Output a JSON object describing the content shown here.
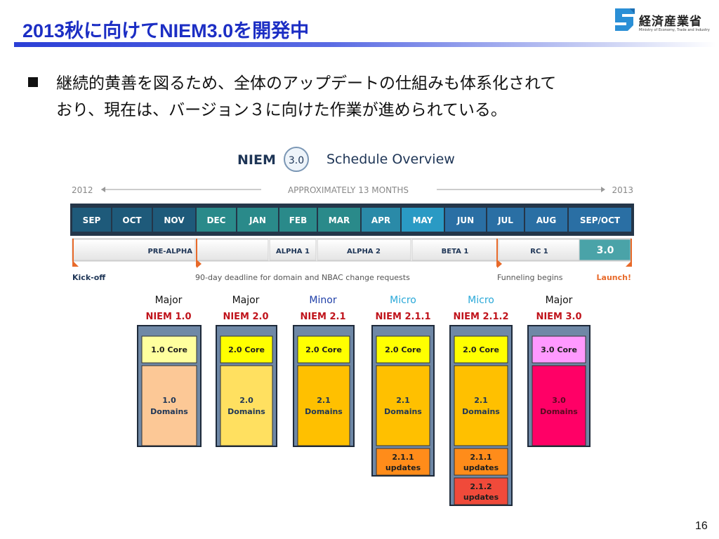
{
  "header": {
    "title": "2013秋に向けてNIEM3.0を開発中",
    "logo_name": "経済産業省",
    "logo_subtitle": "Ministry of Economy, Trade and Industry"
  },
  "bullet": {
    "line1": "継続的黄善を図るため、全体のアップデートの仕組みも体系化されて",
    "line2": "おり、現在は、バージョン３に向けた作業が進められている。"
  },
  "schedule": {
    "niem_label": "NIEM",
    "version_badge": "3.0",
    "title": "Schedule Overview",
    "start_year": "2012",
    "end_year": "2013",
    "duration_label": "APPROXIMATELY 13 MONTHS",
    "months": [
      "SEP",
      "OCT",
      "NOV",
      "DEC",
      "JAN",
      "FEB",
      "MAR",
      "APR",
      "MAY",
      "JUN",
      "JUL",
      "AUG",
      "SEP/OCT"
    ],
    "phases": [
      "PRE-ALPHA",
      "ALPHA 1",
      "ALPHA 2",
      "BETA 1",
      "RC 1",
      "3.0"
    ],
    "milestones": {
      "kickoff": "Kick-off",
      "deadline": "90-day deadline for domain and NBAC change requests",
      "funneling": "Funneling begins",
      "launch": "Launch!"
    }
  },
  "releases": [
    {
      "type": "Major",
      "name": "NIEM 1.0",
      "core": "1.0 Core",
      "domains_line1": "1.0",
      "domains_line2": "Domains"
    },
    {
      "type": "Major",
      "name": "NIEM 2.0",
      "core": "2.0 Core",
      "domains_line1": "2.0",
      "domains_line2": "Domains"
    },
    {
      "type": "Minor",
      "name": "NIEM 2.1",
      "core": "2.0 Core",
      "domains_line1": "2.1",
      "domains_line2": "Domains"
    },
    {
      "type": "Micro",
      "name": "NIEM 2.1.1",
      "core": "2.0 Core",
      "domains_line1": "2.1",
      "domains_line2": "Domains",
      "updates": [
        {
          "line1": "2.1.1",
          "line2": "updates"
        }
      ]
    },
    {
      "type": "Micro",
      "name": "NIEM 2.1.2",
      "core": "2.0 Core",
      "domains_line1": "2.1",
      "domains_line2": "Domains",
      "updates": [
        {
          "line1": "2.1.1",
          "line2": "updates"
        },
        {
          "line1": "2.1.2",
          "line2": "updates"
        }
      ]
    },
    {
      "type": "Major",
      "name": "NIEM 3.0",
      "core": "3.0 Core",
      "domains_line1": "3.0",
      "domains_line2": "Domains"
    }
  ],
  "page_number": "16",
  "colors": {
    "title": "#1c2ec4",
    "major": "#111111",
    "minor": "#1f3fa8",
    "micro": "#29a8d8",
    "release_name": "#c0141c"
  }
}
